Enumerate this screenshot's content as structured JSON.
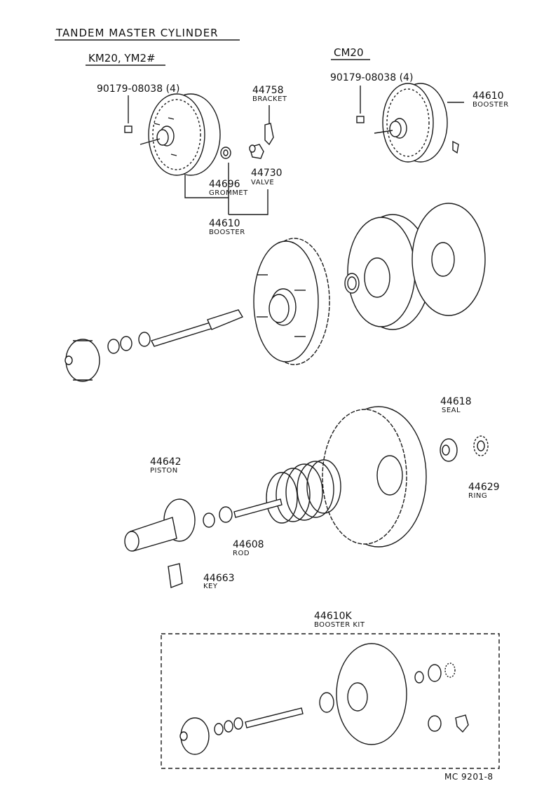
{
  "header": {
    "title": "TANDEM MASTER CYLINDER",
    "model_left": "KM20, YM2#",
    "model_right": "CM20"
  },
  "parts": {
    "nut_left": {
      "number": "90179-08038 (4)"
    },
    "nut_right": {
      "number": "90179-08038 (4)"
    },
    "bracket": {
      "number": "44758",
      "name": "BRACKET"
    },
    "valve": {
      "number": "44730",
      "name": "VALVE"
    },
    "grommet": {
      "number": "44696",
      "name": "GROMMET"
    },
    "booster_left": {
      "number": "44610",
      "name": "BOOSTER"
    },
    "booster_right": {
      "number": "44610",
      "name": "BOOSTER"
    },
    "seal": {
      "number": "44618",
      "name": "SEAL"
    },
    "ring": {
      "number": "44629",
      "name": "RING"
    },
    "piston": {
      "number": "44642",
      "name": "PISTON"
    },
    "rod": {
      "number": "44608",
      "name": "ROD"
    },
    "key": {
      "number": "44663",
      "name": "KEY"
    },
    "booster_kit": {
      "number": "44610K",
      "name": "BOOSTER KIT"
    }
  },
  "footer": {
    "reference": "MC  9201-8"
  }
}
